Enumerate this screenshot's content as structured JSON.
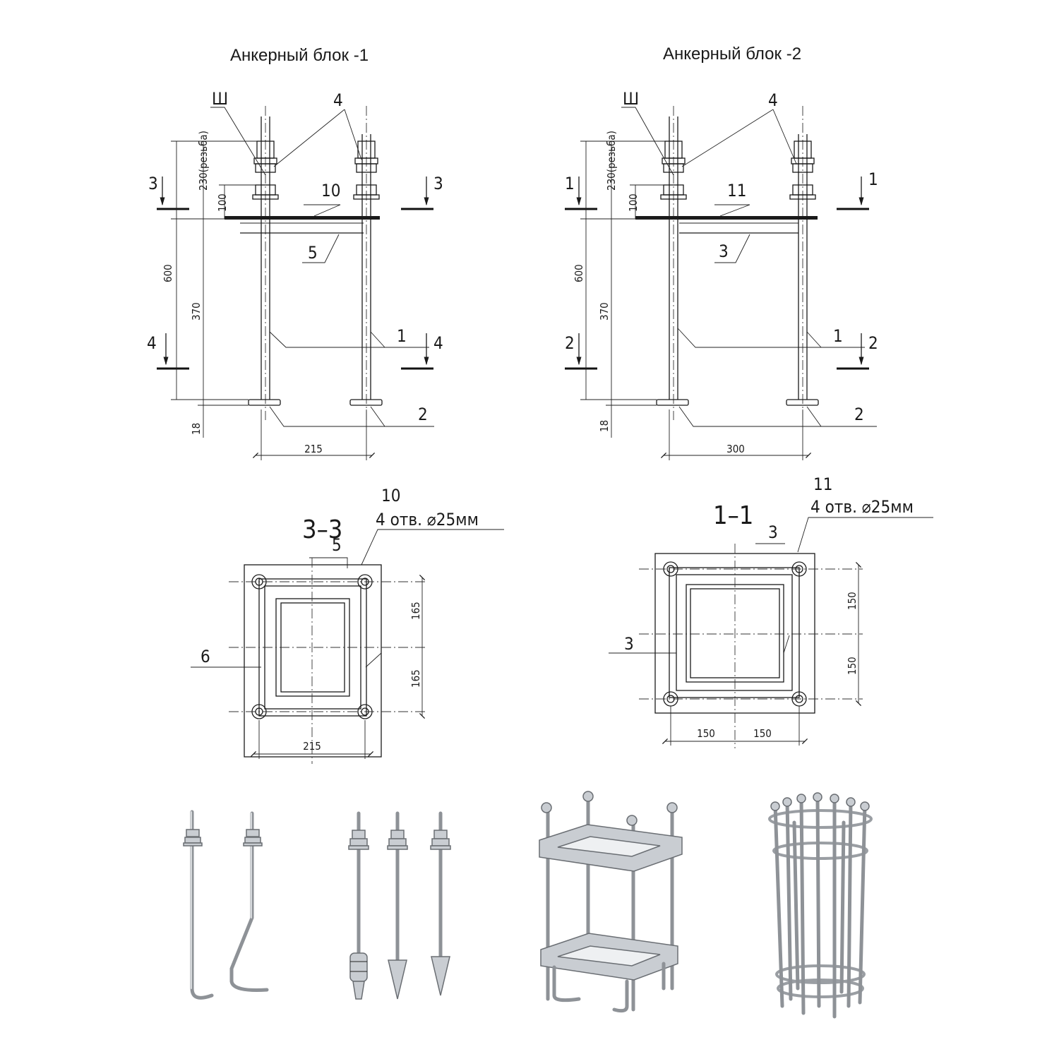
{
  "block1": {
    "title": "Анкерный блок -1",
    "callouts": {
      "washer": "Ш",
      "nut": "4",
      "plate": "10",
      "frame": "5",
      "bolt": "1",
      "base": "2"
    },
    "section_marks": {
      "top": "3",
      "bottom": "4"
    },
    "dims": {
      "thread": "230(резьба)",
      "upper": "100",
      "total": "600",
      "lower": "370",
      "foot": "18",
      "width": "215"
    },
    "section": {
      "title": "3–3",
      "plate_label": "10",
      "holes": "4 отв. ⌀25мм",
      "frame_label": "5",
      "side_label": "6",
      "dim_v1": "165",
      "dim_v2": "165",
      "dim_h": "215"
    }
  },
  "block2": {
    "title": "Анкерный блок -2",
    "callouts": {
      "washer": "Ш",
      "nut": "4",
      "plate": "11",
      "frame": "3",
      "bolt": "1",
      "base": "2"
    },
    "section_marks": {
      "top": "1",
      "bottom": "2"
    },
    "dims": {
      "thread": "230(резьба)",
      "upper": "100",
      "total": "600",
      "lower": "370",
      "foot": "18",
      "width": "300"
    },
    "section": {
      "title": "1–1",
      "plate_label": "11",
      "holes": "4 отв. ⌀25мм",
      "frame_label": "3",
      "side_label": "3",
      "dim_v1": "150",
      "dim_v2": "150",
      "dim_h1": "150",
      "dim_h2": "150"
    }
  },
  "photos": [
    {
      "icon": "bent-anchor-bolts-icon"
    },
    {
      "icon": "cone-anchor-bolts-icon"
    },
    {
      "icon": "anchor-block-frame-icon"
    },
    {
      "icon": "anchor-cage-icon"
    }
  ]
}
